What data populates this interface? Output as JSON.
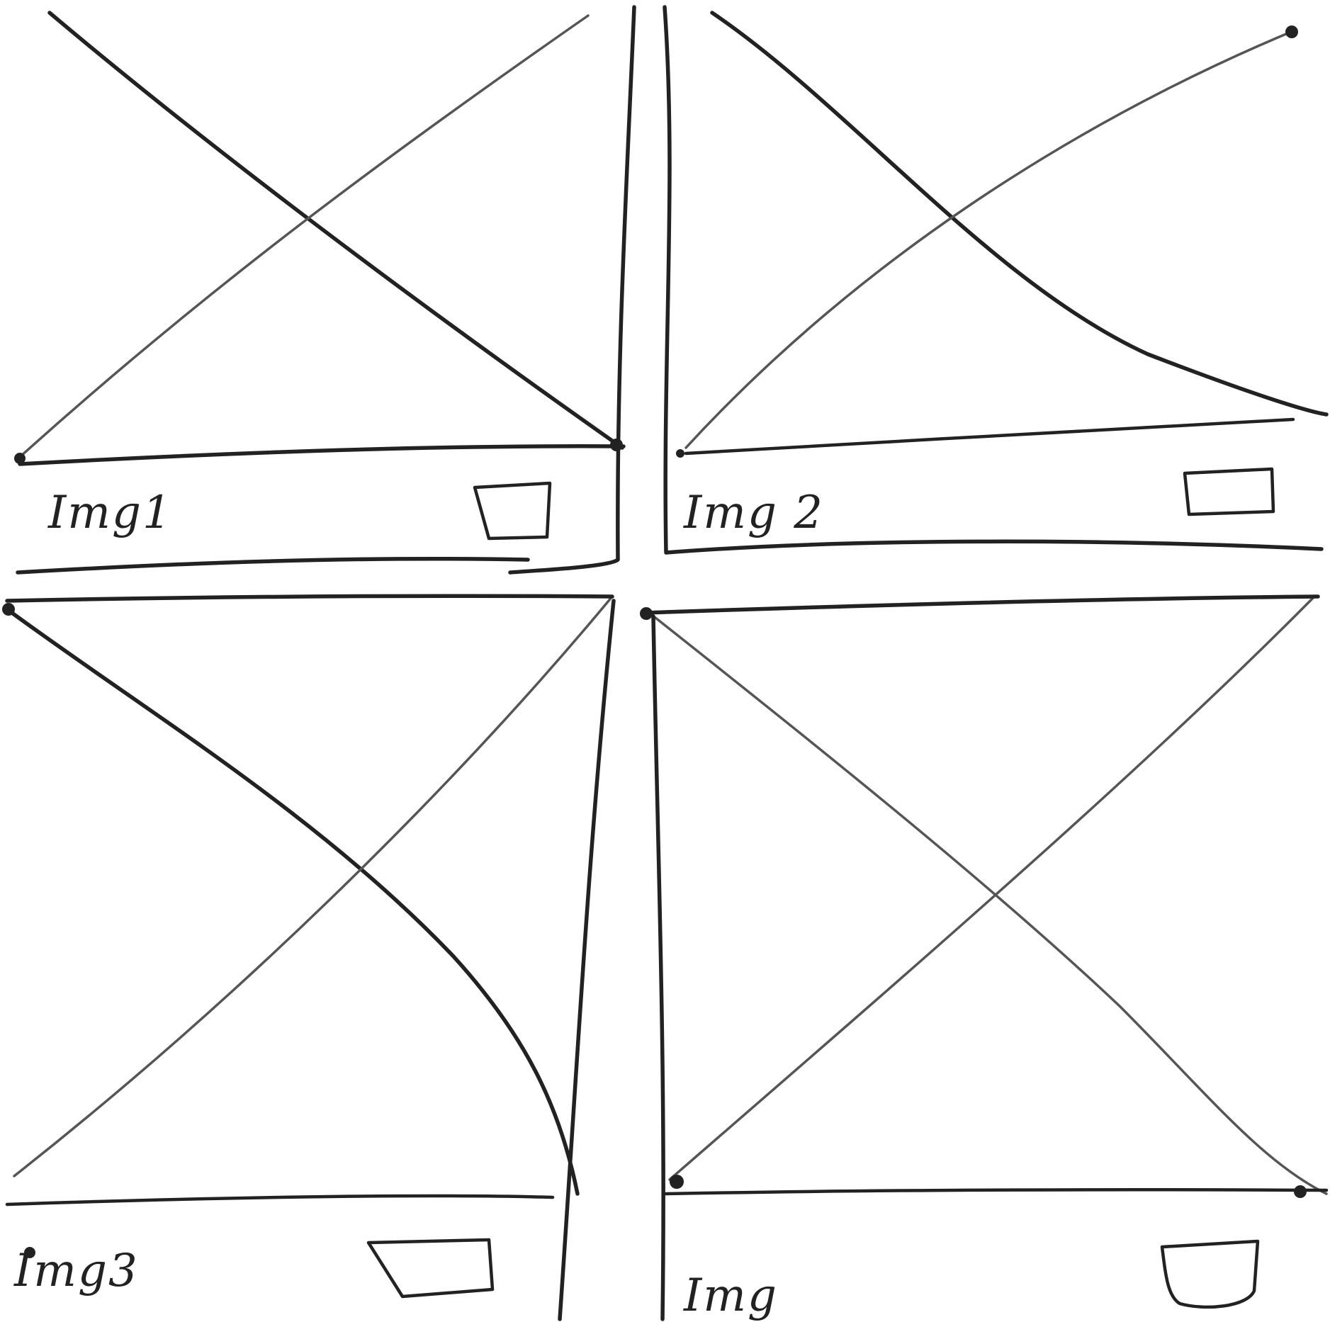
{
  "wireframe": {
    "ink_color": "#222222",
    "ink_light_color": "#555555",
    "background_color": "#ffffff",
    "cards": [
      {
        "caption": "Img1",
        "checkbox_icon": "checkbox-icon",
        "image_icon": "image-placeholder-icon"
      },
      {
        "caption": "Img 2",
        "checkbox_icon": "checkbox-icon",
        "image_icon": "image-placeholder-icon"
      },
      {
        "caption": "Img3",
        "checkbox_icon": "checkbox-icon",
        "image_icon": "image-placeholder-icon"
      },
      {
        "caption": "Img",
        "checkbox_icon": "checkbox-icon",
        "image_icon": "image-placeholder-icon"
      }
    ]
  }
}
